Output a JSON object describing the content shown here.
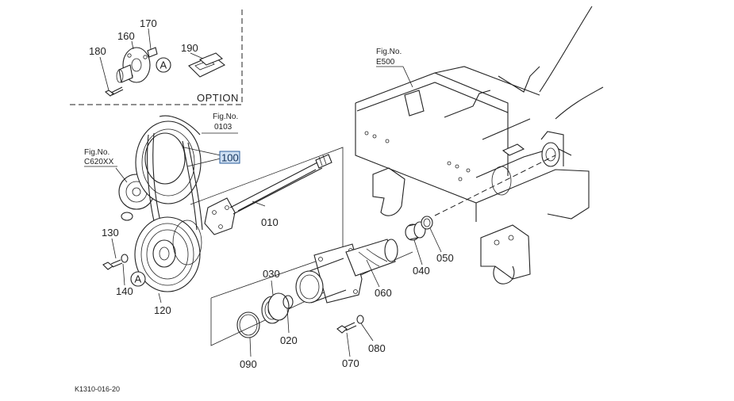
{
  "option_label": "OPTION",
  "fig_refs": [
    {
      "title": "Fig.No.",
      "code": "0103"
    },
    {
      "title": "Fig.No.",
      "code": "C620XX"
    },
    {
      "title": "Fig.No.",
      "code": "E500"
    }
  ],
  "highlighted_part": "100",
  "part_numbers": [
    "170",
    "160",
    "180",
    "190",
    "130",
    "140",
    "120",
    "010",
    "030",
    "020",
    "090",
    "060",
    "070",
    "080",
    "040",
    "050"
  ],
  "circle_marker": "A",
  "drawing_code": "K1310-016-20"
}
